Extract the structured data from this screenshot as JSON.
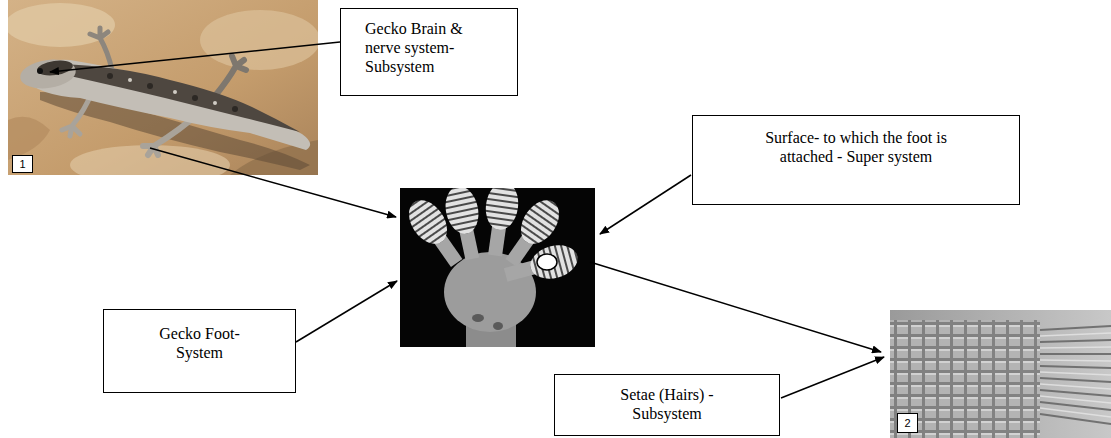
{
  "diagram": {
    "nodes": [
      {
        "text": [
          "Gecko Brain & nerve system- Subsystem"
        ]
      },
      {
        "text": [
          "Surface- to which the foot is attached - Super system"
        ]
      },
      {
        "text": [
          "1"
        ]
      },
      {
        "text": [
          "Gecko Foot- System"
        ]
      },
      {
        "text": [
          "Setae (Hairs) - Subsystem"
        ]
      },
      {
        "text": [
          "2"
        ]
      }
    ]
  }
}
